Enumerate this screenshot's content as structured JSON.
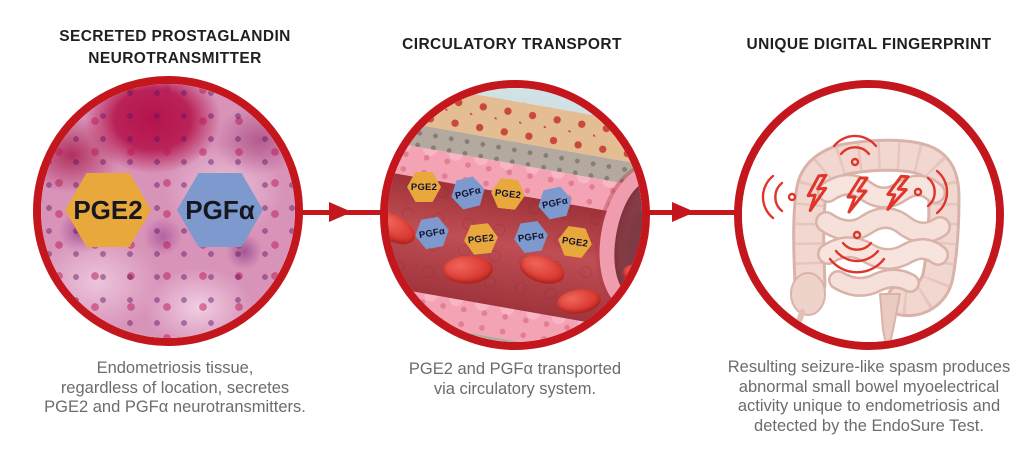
{
  "colors": {
    "accent_red": "#c4161d",
    "hex_yellow": "#e8a83c",
    "hex_blue": "#7e99cd",
    "heading_text": "#221e1f",
    "caption_text": "#6a6c6f",
    "bolt_red": "#e0352b"
  },
  "steps": [
    {
      "title_lines": [
        "SECRETED PROSTAGLANDIN",
        "NEUROTRANSMITTER"
      ],
      "image": "endometriosis-tissue-micrograph",
      "hexagons": [
        {
          "label": "PGE2",
          "color": "yellow"
        },
        {
          "label": "PGFα",
          "color": "blue"
        }
      ],
      "caption_lines": [
        "Endometriosis tissue,",
        "regardless of location, secretes",
        "PGE2 and PGFα neurotransmitters."
      ]
    },
    {
      "title_lines": [
        "CIRCULATORY TRANSPORT"
      ],
      "image": "blood-vessel-cross-section",
      "hexagons": [
        {
          "label": "PGE2",
          "color": "yellow"
        },
        {
          "label": "PGFα",
          "color": "blue"
        },
        {
          "label": "PGE2",
          "color": "yellow"
        },
        {
          "label": "PGFα",
          "color": "blue"
        },
        {
          "label": "PGFα",
          "color": "blue"
        },
        {
          "label": "PGE2",
          "color": "yellow"
        },
        {
          "label": "PGFα",
          "color": "blue"
        },
        {
          "label": "PGE2",
          "color": "yellow"
        }
      ],
      "caption_lines": [
        "PGE2 and PGFα transported",
        "via circulatory system."
      ]
    },
    {
      "title_lines": [
        "UNIQUE DIGITAL FINGERPRINT"
      ],
      "image": "small-bowel-intestines-3d-render",
      "icons": {
        "lightning_bolt_count": 3,
        "vibration_spot_count": 4,
        "lightning_icon": "lightning-bolt-icon",
        "vibration_icon": "vibration-arcs-icon"
      },
      "caption_lines": [
        "Resulting seizure-like spasm produces",
        "abnormal small bowel myoelectrical",
        "activity unique to endometriosis and",
        "detected by the EndoSure Test."
      ]
    }
  ]
}
